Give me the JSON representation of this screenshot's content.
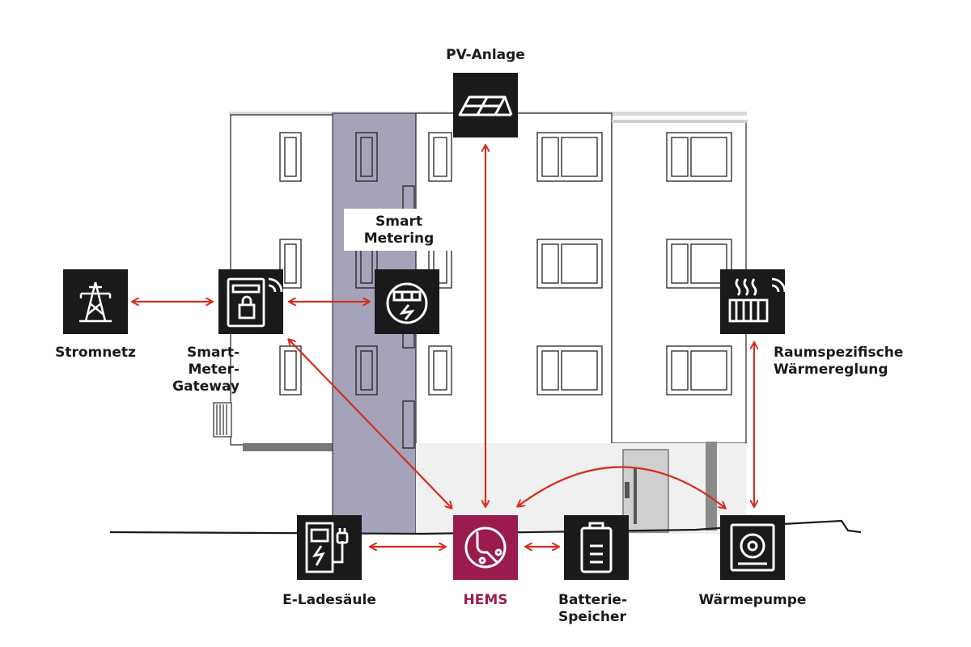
{
  "labels": {
    "pv": "PV-Anlage",
    "smart_metering": "Smart\nMetering",
    "stromnetz": "Stromnetz",
    "gateway": "Smart-\nMeter-\nGateway",
    "raum": "Raumspezifische\nWärmereglung",
    "ladesaeule": "E-Ladesäule",
    "hems": "HEMS",
    "batterie": "Batterie-\nSpeicher",
    "waermepumpe": "Wärmepumpe"
  },
  "icons": {
    "pv": "solar-panel-icon",
    "smart_metering": "smart-meter-icon",
    "stromnetz": "power-pylon-icon",
    "gateway": "gateway-icon",
    "raum": "radiator-icon",
    "ladesaeule": "charging-station-icon",
    "hems": "hems-icon",
    "batterie": "battery-icon",
    "waermepumpe": "heat-pump-icon"
  },
  "colors": {
    "arrow": "#d42e1e",
    "node": "#1a1a1a",
    "hems": "#9b1b4f",
    "hems_label": "#9b1b4f",
    "facade_shadow": "#a4a3b9",
    "building_line": "#222222"
  }
}
